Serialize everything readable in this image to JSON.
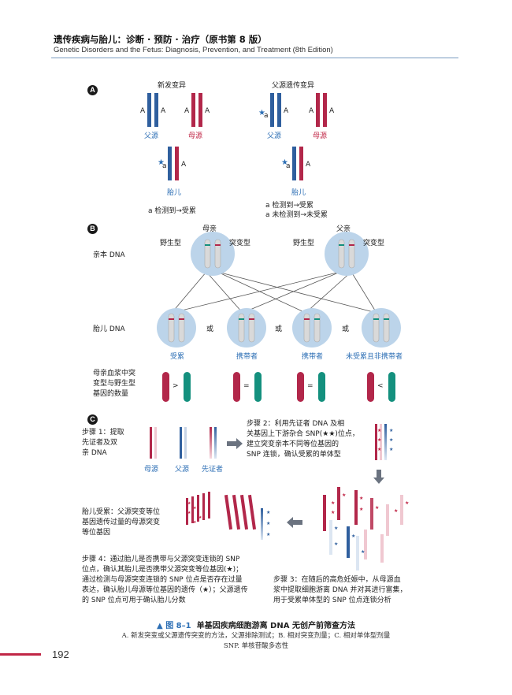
{
  "header": {
    "title_zh": "遗传疾病与胎儿：诊断 · 预防 · 治疗（原书第 8 版）",
    "title_en": "Genetic Disorders and the Fetus: Diagnosis, Prevention, and Treatment (8th Edition)"
  },
  "panel_a": {
    "badge": "A",
    "de_novo": "新发变异",
    "paternal": "父源遗传变异",
    "allele": "A",
    "allele_mut": "a",
    "father": "父源",
    "mother": "母源",
    "fetus": "胎儿",
    "left_result": "a 检测到→受累",
    "right_result1": "a 检测到→受累",
    "right_result2": "a 未检测到→未受累"
  },
  "panel_b": {
    "badge": "B",
    "mother": "母亲",
    "father": "父亲",
    "wild": "野生型",
    "mutant": "突变型",
    "parent_dna": "亲本 DNA",
    "fetal_dna": "胎儿 DNA",
    "or": "或",
    "outcomes": [
      "受累",
      "携带者",
      "携带者",
      "未受累且非携带者"
    ],
    "ratio_label": "母亲血浆中突变型与野生型基因的数量",
    "ratio_label_lines": [
      "母亲血浆中突",
      "变型与野生型",
      "基因的数量"
    ],
    "ratio_signs": [
      ">",
      "=",
      "=",
      "<"
    ]
  },
  "panel_c": {
    "badge": "C",
    "step1": [
      "步骤 1：提取",
      "先证者及双",
      "亲 DNA"
    ],
    "step1_labels": [
      "母源",
      "父源",
      "先证者"
    ],
    "step2": [
      "步骤 2：利用先证者 DNA 及相",
      "关基因上下游杂合 SNP(★★)位点，",
      "建立突变亲本不同等位基因的",
      "SNP 连锁，确认受累的单体型"
    ],
    "fetal_affected": [
      "胎儿受累：父源突变等位",
      "基因遗传过量的母源突变",
      "等位基因"
    ],
    "step4": [
      "步骤 4：通过胎儿是否携带与父源突变连锁的 SNP",
      "位点，确认其胎儿是否携带父源突变等位基因(★)；",
      "通过检测与母源突变连锁的 SNP 位点是否存在过量",
      "表达，确认胎儿母源等位基因的遗传（★）；父源遗传",
      "的 SNP 位点可用于确认胎儿分数"
    ],
    "step3": [
      "步骤 3：在随后的高危妊娠中，从母源血",
      "浆中提取细胞游离 DNA 并对其进行富集，",
      "用于受累单体型的 SNP 位点连锁分析"
    ]
  },
  "caption": {
    "fig": "▲ 图 8–1",
    "title": "单基因疾病细胞游离 DNA 无创产前筛查方法",
    "line2": "A. 新发突变或父源遗传突变的方法，父源排除测试；B. 相对突变剂量；C. 相对单体型剂量",
    "line3": "SNP. 单核苷酸多态性"
  },
  "page_number": "192",
  "colors": {
    "blue": "#2f5f9e",
    "red": "#b2274a",
    "teal": "#14907e",
    "accent_red": "#c02646"
  }
}
